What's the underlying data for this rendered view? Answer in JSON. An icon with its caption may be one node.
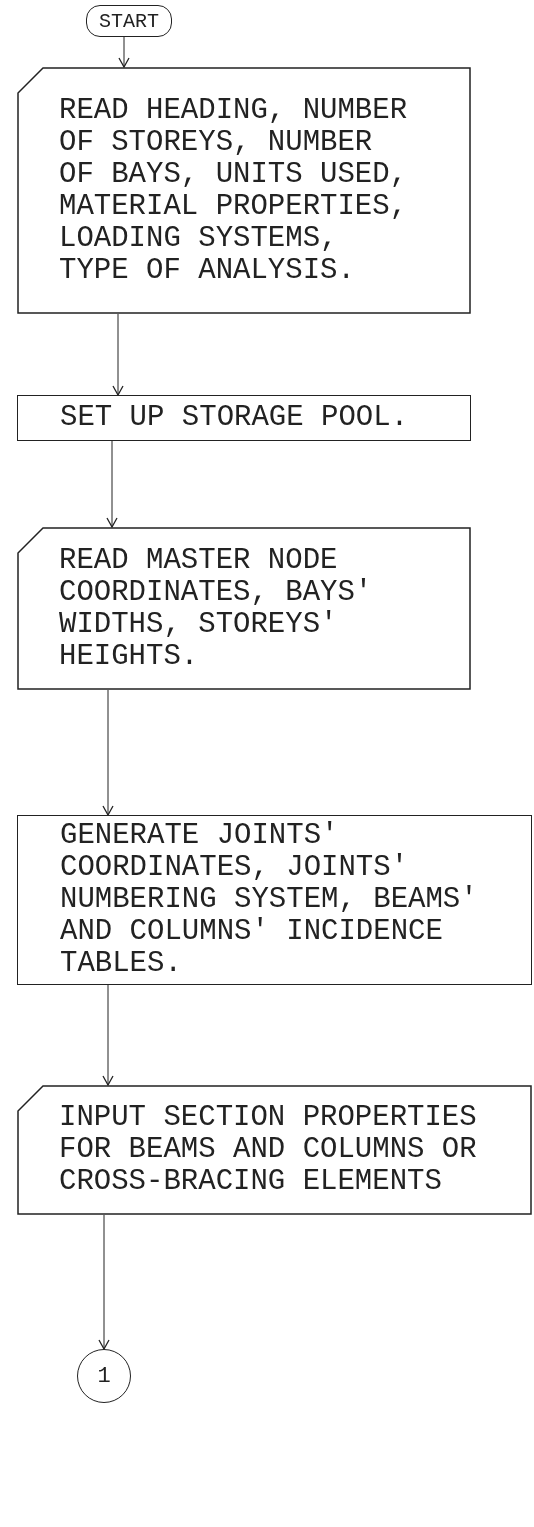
{
  "diagram": {
    "nodes": [
      {
        "text": [
          "START"
        ]
      },
      {
        "text": [
          "READ HEADING, NUMBER OF STOREYS, NUMBER OF BAYS, UNITS USED, MATERIAL PROPERTIES, LOADING SYSTEMS, TYPE OF ANALYSIS."
        ]
      },
      {
        "text": [
          "SET UP STORAGE POOL."
        ]
      },
      {
        "text": [
          "READ MASTER NODE COORDINATES, BAYS' WIDTHS, STOREYS' HEIGHTS."
        ]
      },
      {
        "text": [
          "GENERATE JOINTS' COORDINATES, JOINTS' NUMBERING SYSTEM, BEAMS' AND COLUMNS' INCIDENCE TABLES."
        ]
      },
      {
        "text": [
          "INPUT SECTION PROPERTIES FOR BEAMS AND COLUMNS OR CROSS-BRACING ELEMENTS"
        ]
      },
      {
        "text": [
          "1"
        ]
      }
    ],
    "edges": [
      {
        "from": 0,
        "to": 1,
        "arrow": "to"
      },
      {
        "from": 1,
        "to": 2,
        "arrow": "to"
      },
      {
        "from": 2,
        "to": 3,
        "arrow": "to"
      },
      {
        "from": 3,
        "to": 4,
        "arrow": "to"
      },
      {
        "from": 4,
        "to": 5,
        "arrow": "to"
      },
      {
        "from": 5,
        "to": 6,
        "arrow": "to"
      }
    ]
  }
}
